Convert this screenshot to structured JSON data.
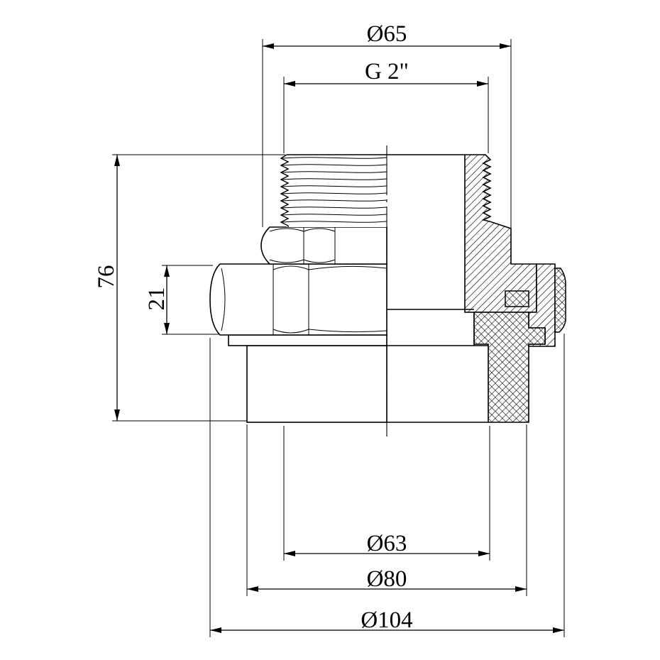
{
  "drawing": {
    "dim_top_outer": "Ø65",
    "dim_thread": "G 2\"",
    "dim_height": "76",
    "dim_nut_height": "21",
    "dim_inner": "Ø63",
    "dim_socket": "Ø80",
    "dim_nut_outer": "Ø104"
  }
}
